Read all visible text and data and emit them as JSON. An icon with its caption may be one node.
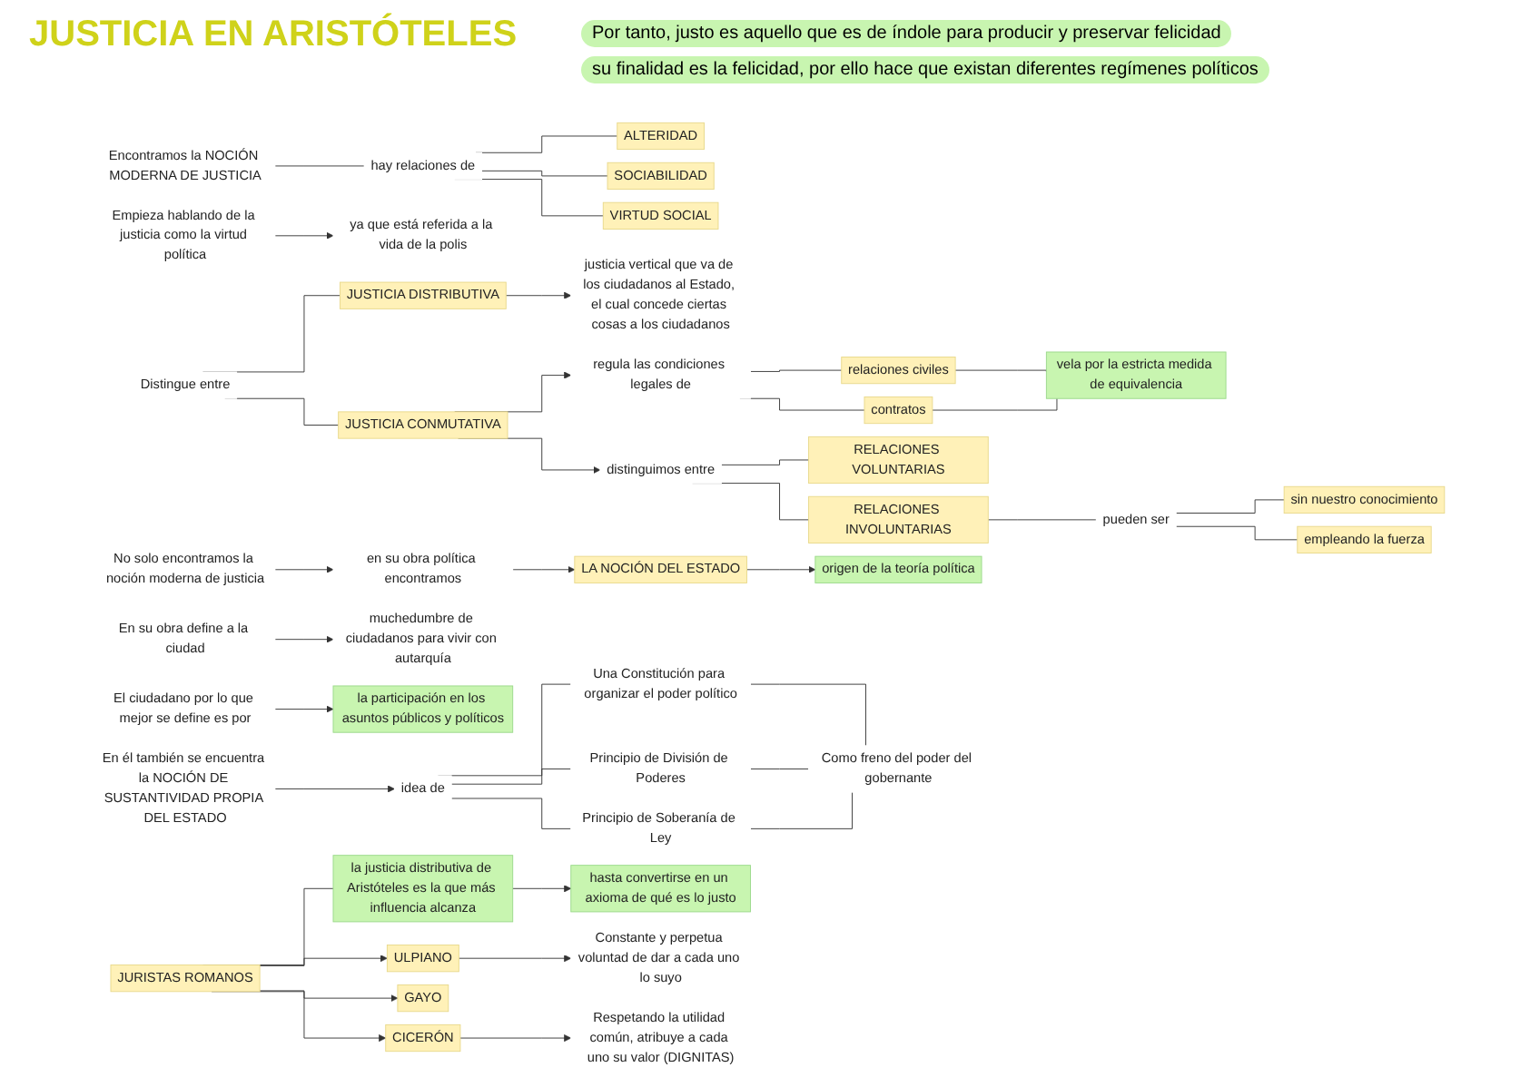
{
  "diagram": {
    "title": "JUSTICIA EN ARISTÓTELES",
    "nodes": [
      {
        "text": [
          "Encontramos la NOCIÓN MODERNA DE JUSTICIA"
        ]
      },
      {
        "text": [
          "hay relaciones de"
        ]
      },
      {
        "text": [
          "ALTERIDAD"
        ]
      },
      {
        "text": [
          "SOCIABILIDAD"
        ]
      },
      {
        "text": [
          "VIRTUD SOCIAL"
        ]
      },
      {
        "text": [
          "Empieza hablando de la justicia como la virtud política"
        ]
      },
      {
        "text": [
          "ya que está referida a la vida de la polis"
        ]
      },
      {
        "text": [
          "Distingue entre"
        ]
      },
      {
        "text": [
          "JUSTICIA DISTRIBUTIVA"
        ]
      },
      {
        "text": [
          "JUSTICIA CONMUTATIVA"
        ]
      },
      {
        "text": [
          "justicia vertical que va de los ciudadanos al Estado, el cual concede ciertas cosas a los ciudadanos"
        ]
      },
      {
        "text": [
          "regula las condiciones legales de"
        ]
      },
      {
        "text": [
          "relaciones civiles"
        ]
      },
      {
        "text": [
          "contratos"
        ]
      },
      {
        "text": [
          "vela por la estricta medida de equivalencia"
        ]
      },
      {
        "text": [
          "distinguimos entre"
        ]
      },
      {
        "text": [
          "RELACIONES VOLUNTARIAS"
        ]
      },
      {
        "text": [
          "RELACIONES INVOLUNTARIAS"
        ]
      },
      {
        "text": [
          "pueden ser"
        ]
      },
      {
        "text": [
          "sin nuestro conocimiento"
        ]
      },
      {
        "text": [
          "empleando la fuerza"
        ]
      },
      {
        "text": [
          "No solo encontramos la noción moderna de justicia"
        ]
      },
      {
        "text": [
          "en su obra política encontramos"
        ]
      },
      {
        "text": [
          "LA NOCIÓN DEL ESTADO"
        ]
      },
      {
        "text": [
          "origen de la teoría política"
        ]
      },
      {
        "text": [
          "En su obra define a la ciudad"
        ]
      },
      {
        "text": [
          "muchedumbre de ciudadanos para vivir con autarquía"
        ]
      },
      {
        "text": [
          "El ciudadano por lo que mejor se define es por"
        ]
      },
      {
        "text": [
          "la participación en los asuntos públicos y políticos"
        ]
      },
      {
        "text": [
          "En él también se encuentra la NOCIÓN DE SUSTANTIVIDAD PROPIA DEL ESTADO"
        ]
      },
      {
        "text": [
          "idea de"
        ]
      },
      {
        "text": [
          "Una Constitución para organizar el poder político"
        ]
      },
      {
        "text": [
          "Principio de División de Poderes"
        ]
      },
      {
        "text": [
          "Principio de Soberanía de Ley"
        ]
      },
      {
        "text": [
          "Como freno del poder del gobernante"
        ]
      },
      {
        "text": [
          "JURISTAS ROMANOS"
        ]
      },
      {
        "text": [
          "la justicia distributiva de Aristóteles es la que más influencia alcanza"
        ]
      },
      {
        "text": [
          "hasta convertirse en un axioma de qué es lo justo"
        ]
      },
      {
        "text": [
          "ULPIANO"
        ]
      },
      {
        "text": [
          "GAYO"
        ]
      },
      {
        "text": [
          "CICERÓN"
        ]
      },
      {
        "text": [
          "Constante y perpetua voluntad de dar a cada uno lo suyo"
        ]
      },
      {
        "text": [
          "Respetando la utilidad común, atribuye a cada uno su valor (DIGNITAS)"
        ]
      }
    ],
    "edges": [
      {
        "from": 0,
        "to": 1,
        "arrow": "none"
      },
      {
        "from": 1,
        "to": 2,
        "arrow": "none"
      },
      {
        "from": 1,
        "to": 3,
        "arrow": "none"
      },
      {
        "from": 1,
        "to": 4,
        "arrow": "none"
      },
      {
        "from": 5,
        "to": 6,
        "arrow": "to"
      },
      {
        "from": 7,
        "to": 8,
        "arrow": "none"
      },
      {
        "from": 7,
        "to": 9,
        "arrow": "none"
      },
      {
        "from": 8,
        "to": 10,
        "arrow": "to"
      },
      {
        "from": 9,
        "to": 11,
        "arrow": "to"
      },
      {
        "from": 11,
        "to": 12,
        "arrow": "none"
      },
      {
        "from": 11,
        "to": 13,
        "arrow": "none"
      },
      {
        "from": 12,
        "to": 14,
        "arrow": "none"
      },
      {
        "from": 13,
        "to": 14,
        "arrow": "none"
      },
      {
        "from": 9,
        "to": 15,
        "arrow": "to"
      },
      {
        "from": 15,
        "to": 16,
        "arrow": "none"
      },
      {
        "from": 15,
        "to": 17,
        "arrow": "none"
      },
      {
        "from": 17,
        "to": 18,
        "arrow": "none"
      },
      {
        "from": 18,
        "to": 19,
        "arrow": "none"
      },
      {
        "from": 18,
        "to": 20,
        "arrow": "none"
      },
      {
        "from": 21,
        "to": 22,
        "arrow": "to"
      },
      {
        "from": 22,
        "to": 23,
        "arrow": "to"
      },
      {
        "from": 23,
        "to": 24,
        "arrow": "to"
      },
      {
        "from": 25,
        "to": 26,
        "arrow": "to"
      },
      {
        "from": 27,
        "to": 28,
        "arrow": "to"
      },
      {
        "from": 29,
        "to": 30,
        "arrow": "to"
      },
      {
        "from": 30,
        "to": 31,
        "arrow": "none"
      },
      {
        "from": 30,
        "to": 32,
        "arrow": "none"
      },
      {
        "from": 30,
        "to": 33,
        "arrow": "none"
      },
      {
        "from": 31,
        "to": 34,
        "arrow": "none"
      },
      {
        "from": 32,
        "to": 34,
        "arrow": "none"
      },
      {
        "from": 33,
        "to": 34,
        "arrow": "none"
      },
      {
        "from": 35,
        "to": 36,
        "arrow": "none"
      },
      {
        "from": 36,
        "to": 37,
        "arrow": "to"
      },
      {
        "from": 35,
        "to": 38,
        "arrow": "to"
      },
      {
        "from": 35,
        "to": 39,
        "arrow": "to"
      },
      {
        "from": 35,
        "to": 40,
        "arrow": "to"
      },
      {
        "from": 38,
        "to": 41,
        "arrow": "to"
      },
      {
        "from": 40,
        "to": 42,
        "arrow": "to"
      }
    ],
    "labels": [
      "Por tanto, justo es aquello que es de índole para producir y preservar felicidad",
      "su finalidad es la felicidad, por ello hace que existan diferentes regímenes políticos"
    ]
  }
}
